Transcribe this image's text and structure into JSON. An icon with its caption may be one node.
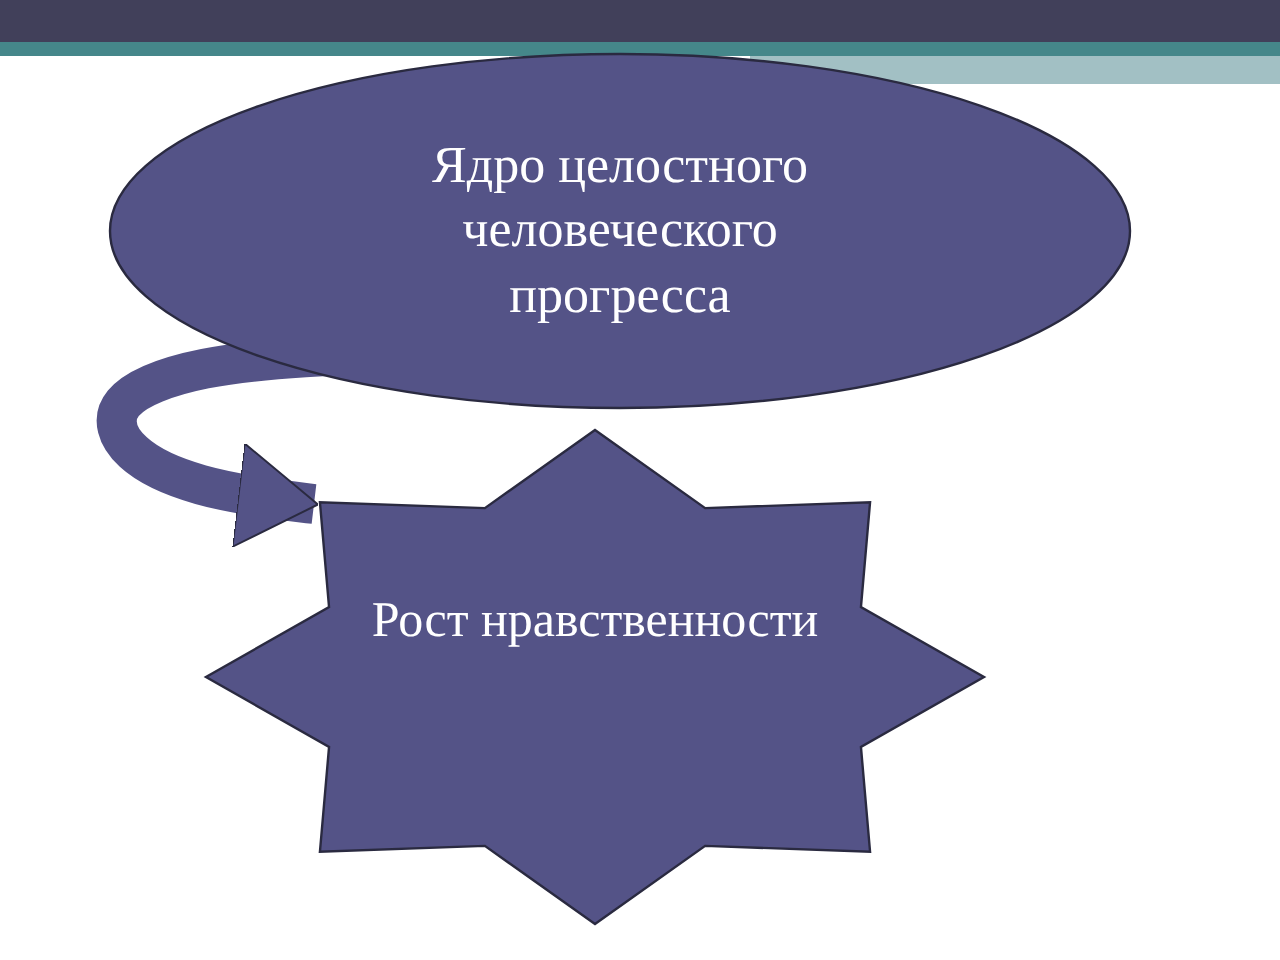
{
  "diagram": {
    "nodes": [
      {
        "text": [
          "Ядро целостного человеческого прогресса"
        ]
      },
      {
        "text": [
          "Рост нравственности"
        ]
      }
    ],
    "edges": [
      {
        "from": 0,
        "to": 1,
        "arrow": "to"
      }
    ]
  }
}
